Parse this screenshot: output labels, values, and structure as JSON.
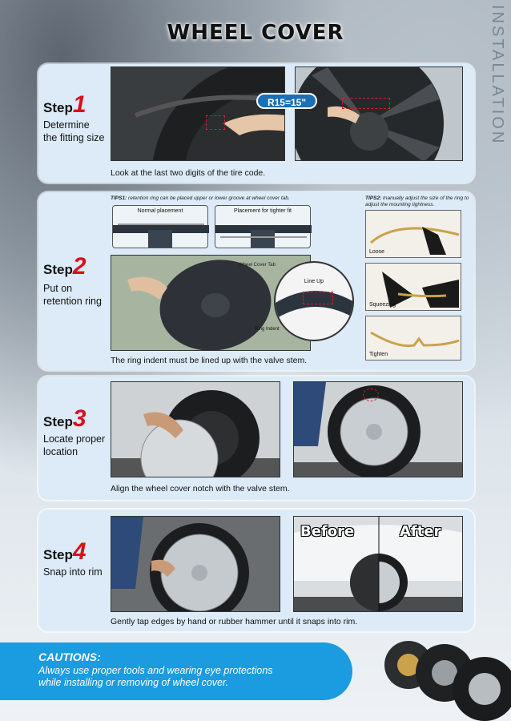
{
  "side_word": "INSTALLATION",
  "title": "WHEEL COVER",
  "steps": [
    {
      "word": "Step",
      "num": "1",
      "desc1": "Determine",
      "desc2": "the fitting size",
      "caption": "Look at the last two digits of the tire code."
    },
    {
      "word": "Step",
      "num": "2",
      "desc1": "Put on",
      "desc2": "retention ring",
      "caption": "The ring indent must be lined up with the valve stem."
    },
    {
      "word": "Step",
      "num": "3",
      "desc1": "Locate proper",
      "desc2": "location",
      "caption": "Align the wheel cover notch with the valve stem."
    },
    {
      "word": "Step",
      "num": "4",
      "desc1": "Snap into rim",
      "desc2": "",
      "caption": "Gently tap edges by hand or rubber hammer until it snaps into rim."
    }
  ],
  "badge_size": "R15=15\"",
  "tips1": {
    "label": "TIPS1:",
    "text": " retention ring can be placed upper or lower groove at wheel cover tab."
  },
  "tips2": {
    "label": "TIPS2:",
    "text": " manually adjust the size of the ring to adjust the mounting tightness."
  },
  "placement": {
    "normal": "Normal placement",
    "tighter": "Placement for tighter fit"
  },
  "labels": {
    "tab": "Wheel Cover Tab",
    "line_up": "Line Up",
    "ring_indent": "Ring Indent",
    "loose": "Loose",
    "squeezing": "Squeezing",
    "tighten": "Tighten"
  },
  "before": "Before",
  "after": "After",
  "caution": {
    "heading": "CAUTIONS:",
    "line1": "Always use proper tools and wearing eye protections",
    "line2": "while installing or removing of wheel cover."
  },
  "colors": {
    "card": "#dcebf7",
    "accent_red": "#d8101a",
    "caution_blue": "#1b9be0"
  }
}
